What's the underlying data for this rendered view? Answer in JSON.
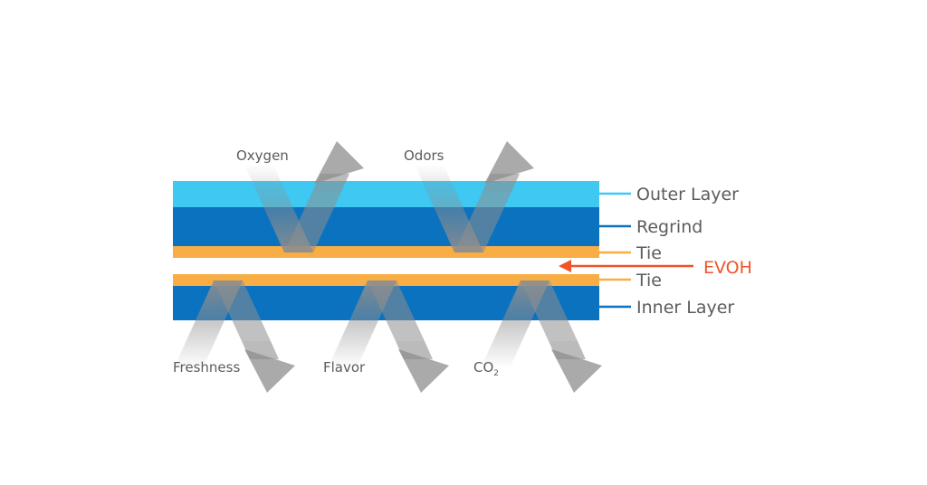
{
  "colors": {
    "background": "#ffffff",
    "outer_layer": "#3ec8f2",
    "regrind": "#0a72bf",
    "tie": "#f8ad45",
    "inner_layer": "#0a72bf",
    "arrow": "#8e8e8e",
    "text": "#5c5c5c",
    "evoh": "#ee5528"
  },
  "layers": {
    "outer": "Outer Layer",
    "regrind": "Regrind",
    "tie_top": "Tie",
    "tie_bottom": "Tie",
    "inner": "Inner Layer"
  },
  "evoh_label": "EVOH",
  "barrier_labels_top": {
    "oxygen": "Oxygen",
    "odors": "Odors"
  },
  "barrier_labels_bottom": {
    "freshness": "Freshness",
    "flavor": "Flavor",
    "co2_main": "CO",
    "co2_sub": "2"
  },
  "icons": {
    "reflect_arrow": "reflected-arrow-icon",
    "evoh_pointer": "left-arrow-icon"
  }
}
